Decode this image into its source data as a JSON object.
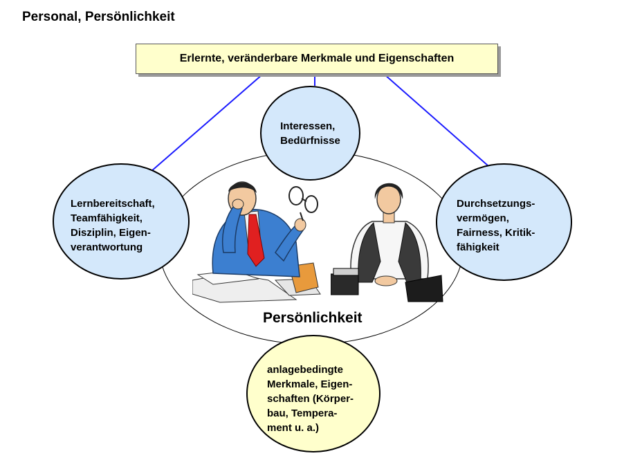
{
  "page_title": "Personal, Persönlichkeit",
  "top_box": {
    "label": "Erlernte, veränderbare Merkmale und Eigenschaften"
  },
  "circles": {
    "top": "Interessen,\nBedürfnisse",
    "left": "Lernbereitschaft,\nTeamfähigkeit,\nDisziplin, Eigen-\nverantwortung",
    "right": "Durchsetzungs-\nvermögen,\nFairness, Kritik-\nfähigkeit",
    "bottom": "anlagebedingte\nMerkmale, Eigen-\nschaften (Körper-\nbau, Tempera-\nment u. a.)"
  },
  "center_label": "Persönlichkeit",
  "colors": {
    "top_box_fill": "#ffffcc",
    "blue_circle_fill": "#d4e8fb",
    "yellow_circle_fill": "#ffffcc",
    "connector": "#1a1aff"
  }
}
